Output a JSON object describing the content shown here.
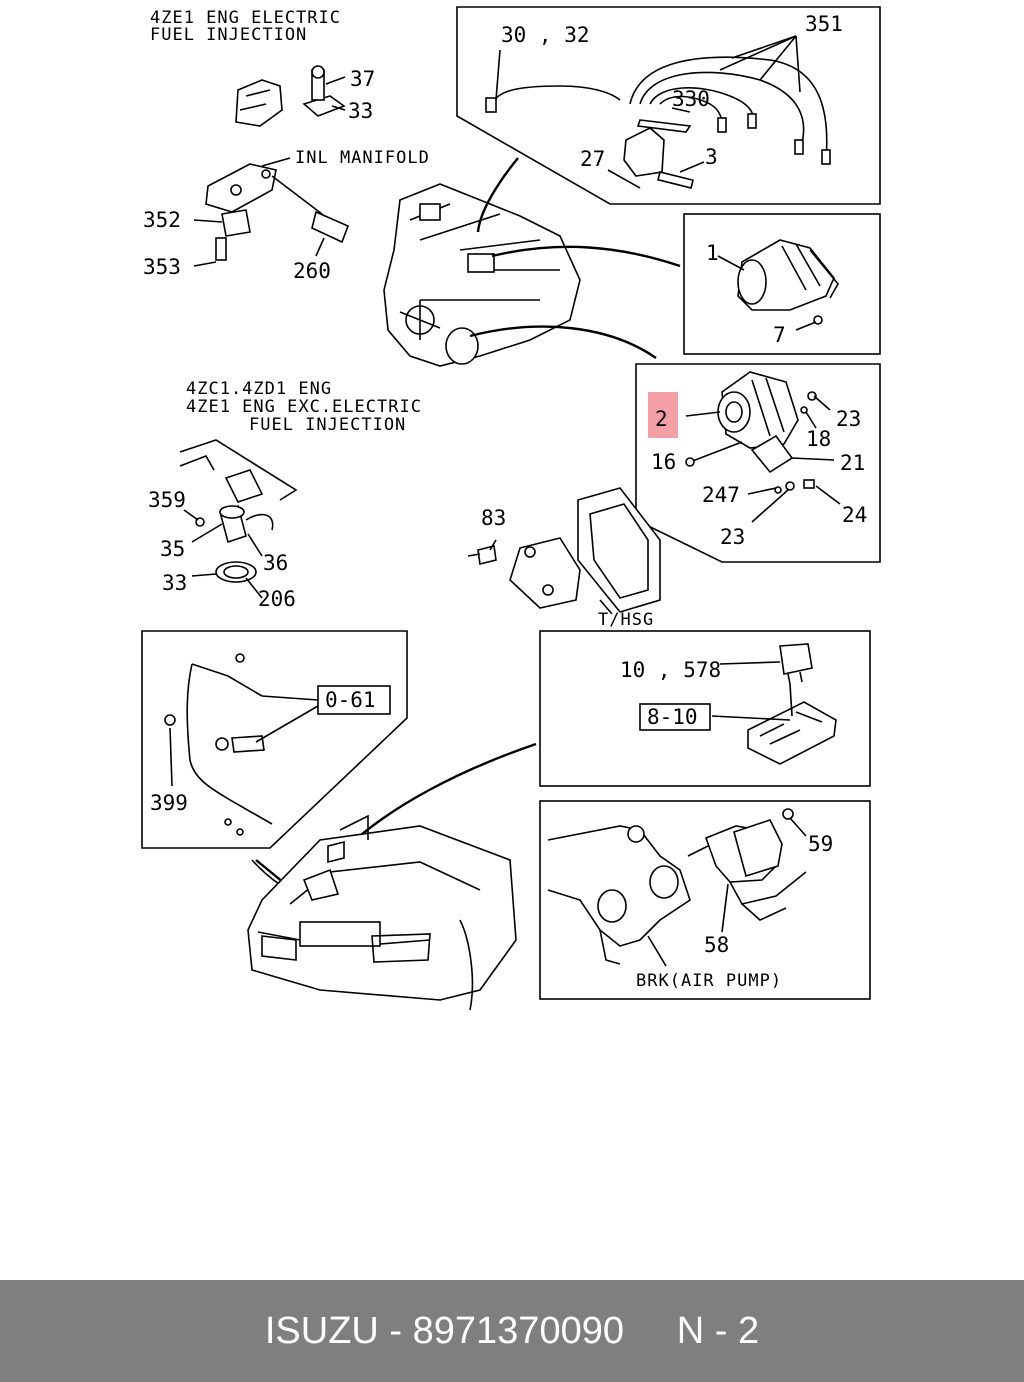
{
  "titles": {
    "top_line1": "4ZE1 ENG ELECTRIC",
    "top_line2": "FUEL INJECTION",
    "mid_line1": "4ZC1.4ZD1 ENG",
    "mid_line2": "4ZE1 ENG EXC.ELECTRIC",
    "mid_line3": "FUEL INJECTION"
  },
  "notes": {
    "inl_manifold": "INL MANIFOLD",
    "t_hsg": "T/HSG",
    "brk_air_pump": "BRK(AIR PUMP)"
  },
  "callouts": {
    "c30_32": "30 , 32",
    "c351": "351",
    "c330": "330",
    "c27": "27",
    "c3": "3",
    "c37": "37",
    "c33_top": "33",
    "c352": "352",
    "c353": "353",
    "c260": "260",
    "c1": "1",
    "c7": "7",
    "c2": "2",
    "c23_a": "23",
    "c18": "18",
    "c16": "16",
    "c21": "21",
    "c247": "247",
    "c24": "24",
    "c23_b": "23",
    "c359": "359",
    "c35": "35",
    "c36": "36",
    "c33_mid": "33",
    "c206": "206",
    "c83": "83",
    "c0_61": "0-61",
    "c399": "399",
    "c10_578": "10 , 578",
    "c8_10": "8-10",
    "c59": "59",
    "c58": "58"
  },
  "highlight_color": "#f4a0a6",
  "footer": {
    "brand": "ISUZU",
    "part_number": "8971370090",
    "page": "N - 2"
  }
}
